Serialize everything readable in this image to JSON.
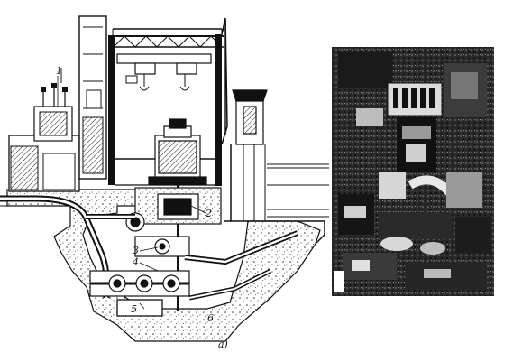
{
  "figure": {
    "caption": "a)",
    "labels": [
      {
        "id": "1",
        "text": "1"
      },
      {
        "id": "2",
        "text": "2"
      },
      {
        "id": "3",
        "text": "3"
      },
      {
        "id": "4",
        "text": "4"
      },
      {
        "id": "5",
        "text": "5"
      },
      {
        "id": "6",
        "text": "6"
      }
    ]
  }
}
